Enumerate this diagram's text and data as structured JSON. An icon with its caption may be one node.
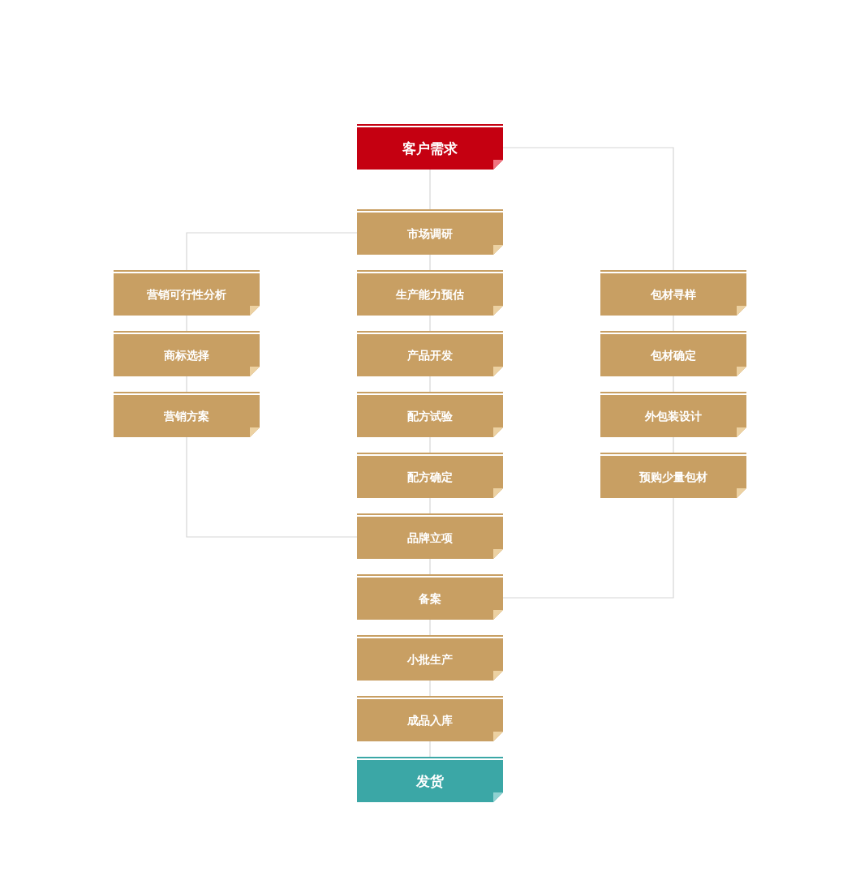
{
  "diagram": {
    "nodes": [
      {
        "text": [
          "客户需求"
        ]
      },
      {
        "text": [
          "市场调研"
        ]
      },
      {
        "text": [
          "营销可行性分析"
        ]
      },
      {
        "text": [
          "商标选择"
        ]
      },
      {
        "text": [
          "营销方案"
        ]
      },
      {
        "text": [
          "生产能力预估"
        ]
      },
      {
        "text": [
          "产品开发"
        ]
      },
      {
        "text": [
          "配方试验"
        ]
      },
      {
        "text": [
          "配方确定"
        ]
      },
      {
        "text": [
          "品牌立项"
        ]
      },
      {
        "text": [
          "备案"
        ]
      },
      {
        "text": [
          "小批生产"
        ]
      },
      {
        "text": [
          "成品入库"
        ]
      },
      {
        "text": [
          "发货"
        ]
      },
      {
        "text": [
          "包材寻样"
        ]
      },
      {
        "text": [
          "包材确定"
        ]
      },
      {
        "text": [
          "外包装设计"
        ]
      },
      {
        "text": [
          "预购少量包材"
        ]
      }
    ],
    "edges": [
      {
        "from": 0,
        "to": 1,
        "arrow": "none"
      },
      {
        "from": 1,
        "to": 5,
        "arrow": "none"
      },
      {
        "from": 5,
        "to": 6,
        "arrow": "none"
      },
      {
        "from": 6,
        "to": 7,
        "arrow": "none"
      },
      {
        "from": 7,
        "to": 8,
        "arrow": "none"
      },
      {
        "from": 8,
        "to": 9,
        "arrow": "none"
      },
      {
        "from": 9,
        "to": 10,
        "arrow": "none"
      },
      {
        "from": 10,
        "to": 11,
        "arrow": "none"
      },
      {
        "from": 11,
        "to": 12,
        "arrow": "none"
      },
      {
        "from": 12,
        "to": 13,
        "arrow": "none"
      },
      {
        "from": 1,
        "to": 2,
        "arrow": "none"
      },
      {
        "from": 2,
        "to": 3,
        "arrow": "none"
      },
      {
        "from": 3,
        "to": 4,
        "arrow": "none"
      },
      {
        "from": 4,
        "to": 9,
        "arrow": "none"
      },
      {
        "from": 0,
        "to": 14,
        "arrow": "none"
      },
      {
        "from": 14,
        "to": 15,
        "arrow": "none"
      },
      {
        "from": 15,
        "to": 16,
        "arrow": "none"
      },
      {
        "from": 16,
        "to": 17,
        "arrow": "none"
      },
      {
        "from": 17,
        "to": 10,
        "arrow": "none"
      }
    ]
  }
}
